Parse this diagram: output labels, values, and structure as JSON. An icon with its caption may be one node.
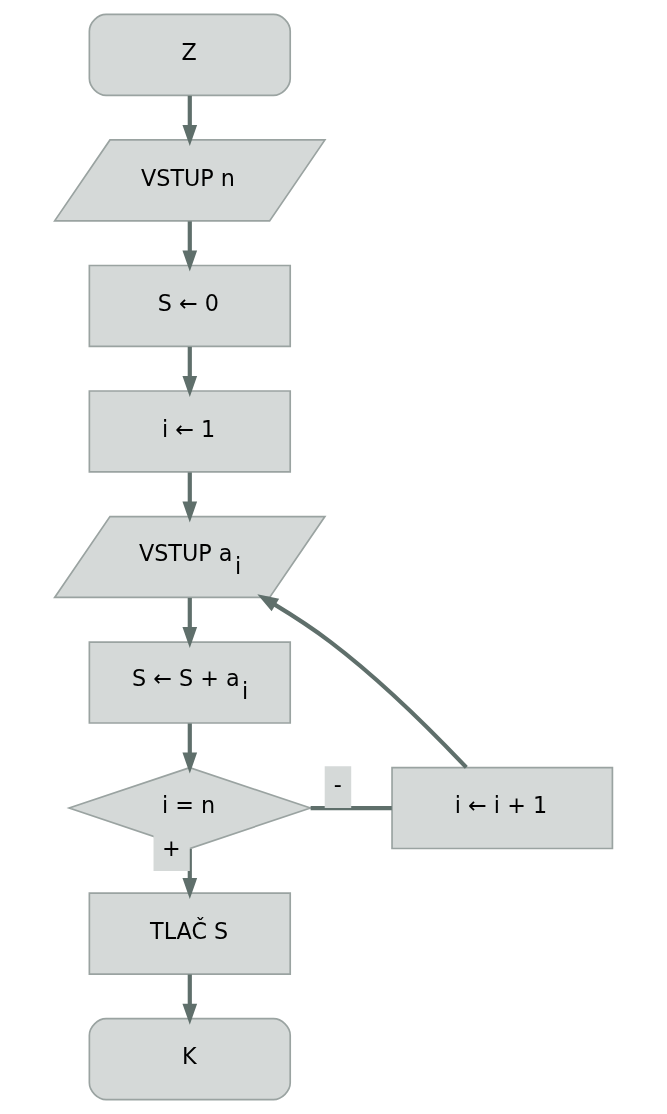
{
  "diagram": {
    "nodes": [
      {
        "text": [
          "Z"
        ]
      },
      {
        "text": [
          "VSTUP n"
        ]
      },
      {
        "text": [
          "S ← 0"
        ]
      },
      {
        "text": [
          "i ← 1"
        ]
      },
      {
        "text": [
          "VSTUP a$_{i}$"
        ]
      },
      {
        "text": [
          "S ← S + a$_{i}$"
        ]
      },
      {
        "text": [
          "i = n"
        ]
      },
      {
        "text": [
          "i ← i + 1"
        ]
      },
      {
        "text": [
          "TLAČ S"
        ]
      },
      {
        "text": [
          "K"
        ]
      }
    ],
    "edges": [
      {
        "from": 0,
        "to": 1,
        "arrow": "to"
      },
      {
        "from": 1,
        "to": 2,
        "arrow": "to"
      },
      {
        "from": 2,
        "to": 3,
        "arrow": "to"
      },
      {
        "from": 3,
        "to": 4,
        "arrow": "to"
      },
      {
        "from": 4,
        "to": 5,
        "arrow": "to"
      },
      {
        "from": 5,
        "to": 6,
        "arrow": "to"
      },
      {
        "from": 6,
        "to": 7,
        "arrow": "none",
        "label": "-"
      },
      {
        "from": 7,
        "to": 4,
        "arrow": "to"
      },
      {
        "from": 6,
        "to": 8,
        "arrow": "to",
        "label": "+"
      },
      {
        "from": 8,
        "to": 9,
        "arrow": "to"
      }
    ]
  }
}
